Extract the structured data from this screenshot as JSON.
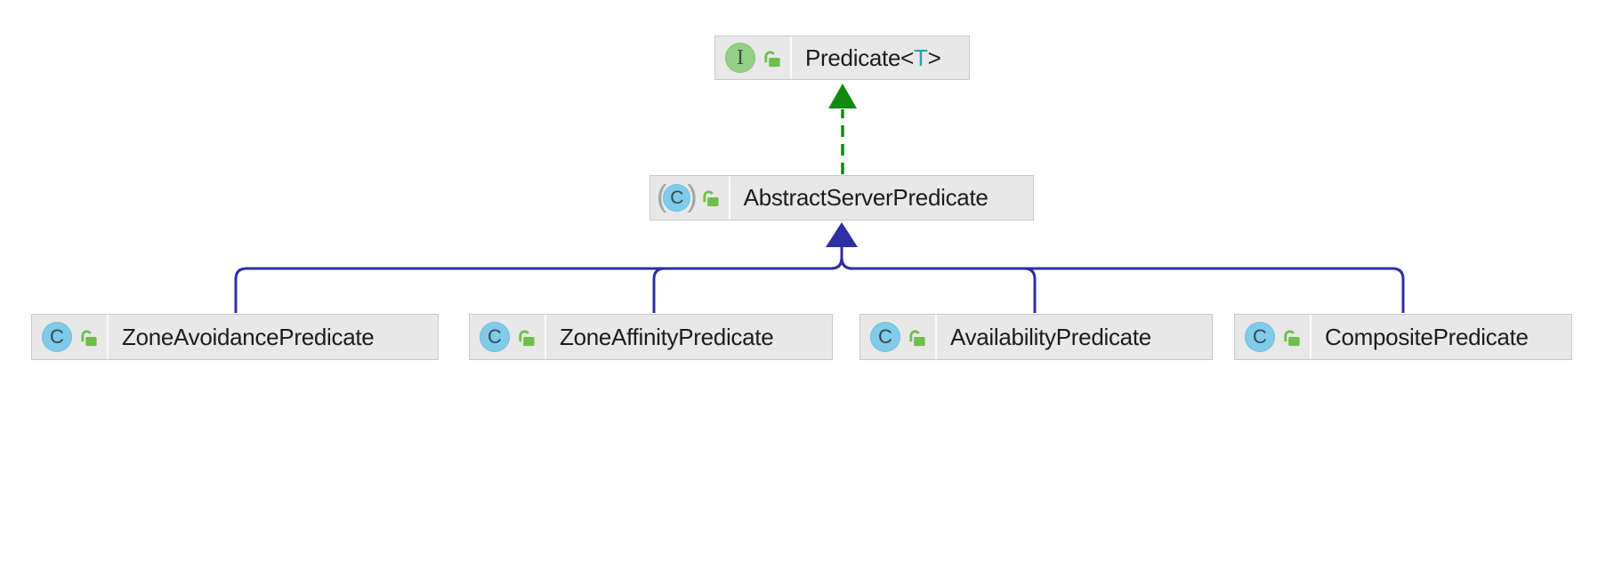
{
  "diagram": {
    "type": "uml-class-diagram",
    "nodes": [
      {
        "id": "predicate",
        "kind": "interface",
        "label": "Predicate<T>",
        "label_pre": "Predicate<",
        "type_param": "T",
        "label_post": ">",
        "visibility": "public"
      },
      {
        "id": "abstract-server-predicate",
        "kind": "abstract-class",
        "label": "AbstractServerPredicate",
        "visibility": "public"
      },
      {
        "id": "zone-avoidance-predicate",
        "kind": "class",
        "label": "ZoneAvoidancePredicate",
        "visibility": "public"
      },
      {
        "id": "zone-affinity-predicate",
        "kind": "class",
        "label": "ZoneAffinityPredicate",
        "visibility": "public"
      },
      {
        "id": "availability-predicate",
        "kind": "class",
        "label": "AvailabilityPredicate",
        "visibility": "public"
      },
      {
        "id": "composite-predicate",
        "kind": "class",
        "label": "CompositePredicate",
        "visibility": "public"
      }
    ],
    "edges": [
      {
        "from": "AbstractServerPredicate",
        "to": "Predicate<T>",
        "type": "realization",
        "line": "dashed",
        "color": "#0f8b0f"
      },
      {
        "from": "ZoneAvoidancePredicate",
        "to": "AbstractServerPredicate",
        "type": "inheritance",
        "line": "solid",
        "color": "#2f2fa2"
      },
      {
        "from": "ZoneAffinityPredicate",
        "to": "AbstractServerPredicate",
        "type": "inheritance",
        "line": "solid",
        "color": "#2f2fa2"
      },
      {
        "from": "AvailabilityPredicate",
        "to": "AbstractServerPredicate",
        "type": "inheritance",
        "line": "solid",
        "color": "#2f2fa2"
      },
      {
        "from": "CompositePredicate",
        "to": "AbstractServerPredicate",
        "type": "inheritance",
        "line": "solid",
        "color": "#2f2fa2"
      }
    ],
    "icons": {
      "interface_letter": "I",
      "class_letter": "C",
      "abstract_paren_open": "(",
      "abstract_paren_close": ")"
    },
    "colors": {
      "node_background": "#e8e8e8",
      "node_border": "#c9c9c9",
      "realization_green": "#0f8b0f",
      "inheritance_blue": "#2f2fa2",
      "interface_icon_green": "#92d185",
      "class_icon_blue": "#7fcbe9",
      "lock_green": "#6fbe4c",
      "type_parameter_teal": "#2a9fb0"
    }
  }
}
